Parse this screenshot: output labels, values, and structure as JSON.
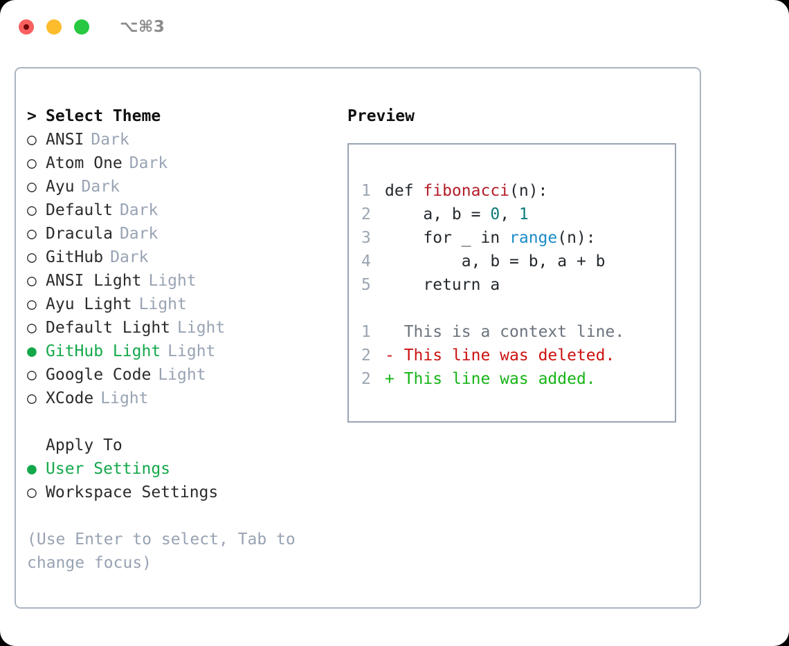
{
  "window": {
    "shortcut": "⌥⌘3",
    "traffic_lights": [
      {
        "name": "close-button",
        "color": "#f9605f"
      },
      {
        "name": "minimize-button",
        "color": "#fcbc2c"
      },
      {
        "name": "maximize-button",
        "color": "#28c840"
      }
    ]
  },
  "theme_picker": {
    "heading_marker": ">",
    "heading": "Select Theme",
    "markers": {
      "selected": "●",
      "unselected": "○"
    },
    "items": [
      {
        "name": "ANSI",
        "suffix": "Dark",
        "selected": false
      },
      {
        "name": "Atom One",
        "suffix": "Dark",
        "selected": false
      },
      {
        "name": "Ayu",
        "suffix": "Dark",
        "selected": false
      },
      {
        "name": "Default",
        "suffix": "Dark",
        "selected": false
      },
      {
        "name": "Dracula",
        "suffix": "Dark",
        "selected": false
      },
      {
        "name": "GitHub",
        "suffix": "Dark",
        "selected": false
      },
      {
        "name": "ANSI Light",
        "suffix": "Light",
        "selected": false
      },
      {
        "name": "Ayu Light",
        "suffix": "Light",
        "selected": false
      },
      {
        "name": "Default Light",
        "suffix": "Light",
        "selected": false
      },
      {
        "name": "GitHub Light",
        "suffix": "Light",
        "selected": true
      },
      {
        "name": "Google Code",
        "suffix": "Light",
        "selected": false
      },
      {
        "name": "XCode",
        "suffix": "Light",
        "selected": false
      }
    ]
  },
  "apply_to": {
    "heading": "Apply To",
    "options": [
      {
        "name": "User Settings",
        "selected": true
      },
      {
        "name": "Workspace Settings",
        "selected": false
      }
    ]
  },
  "hint": "(Use Enter to select, Tab to change focus)",
  "preview": {
    "label": "Preview",
    "code_lines": [
      {
        "num": "1",
        "tokens": [
          {
            "t": "def ",
            "k": "plain"
          },
          {
            "t": "fibonacci",
            "k": "fn"
          },
          {
            "t": "(n):",
            "k": "plain"
          }
        ]
      },
      {
        "num": "2",
        "tokens": [
          {
            "t": "    a, b = ",
            "k": "plain"
          },
          {
            "t": "0",
            "k": "num"
          },
          {
            "t": ", ",
            "k": "plain"
          },
          {
            "t": "1",
            "k": "num"
          }
        ]
      },
      {
        "num": "3",
        "tokens": [
          {
            "t": "    for _ in ",
            "k": "plain"
          },
          {
            "t": "range",
            "k": "call"
          },
          {
            "t": "(n):",
            "k": "plain"
          }
        ]
      },
      {
        "num": "4",
        "tokens": [
          {
            "t": "        a, b = b, a + b",
            "k": "plain"
          }
        ]
      },
      {
        "num": "5",
        "tokens": [
          {
            "t": "    return a",
            "k": "plain"
          }
        ]
      }
    ],
    "diff_lines": [
      {
        "num": "1",
        "marker": " ",
        "text": " This is a context line.",
        "kind": "context"
      },
      {
        "num": "2",
        "marker": "-",
        "text": " This line was deleted.",
        "kind": "deleted"
      },
      {
        "num": "2",
        "marker": "+",
        "text": " This line was added.",
        "kind": "added"
      }
    ]
  },
  "colors": {
    "accent_green": "#14a84a",
    "muted": "#98a3b3",
    "border": "#aab4c2",
    "preview_border": "#98a4b3",
    "fn_red": "#b31d28",
    "number_teal": "#0b7a7a",
    "call_blue": "#1a8cc8",
    "diff_deleted": "#cc1111",
    "diff_added": "#16b416",
    "diff_context": "#6a737d"
  }
}
